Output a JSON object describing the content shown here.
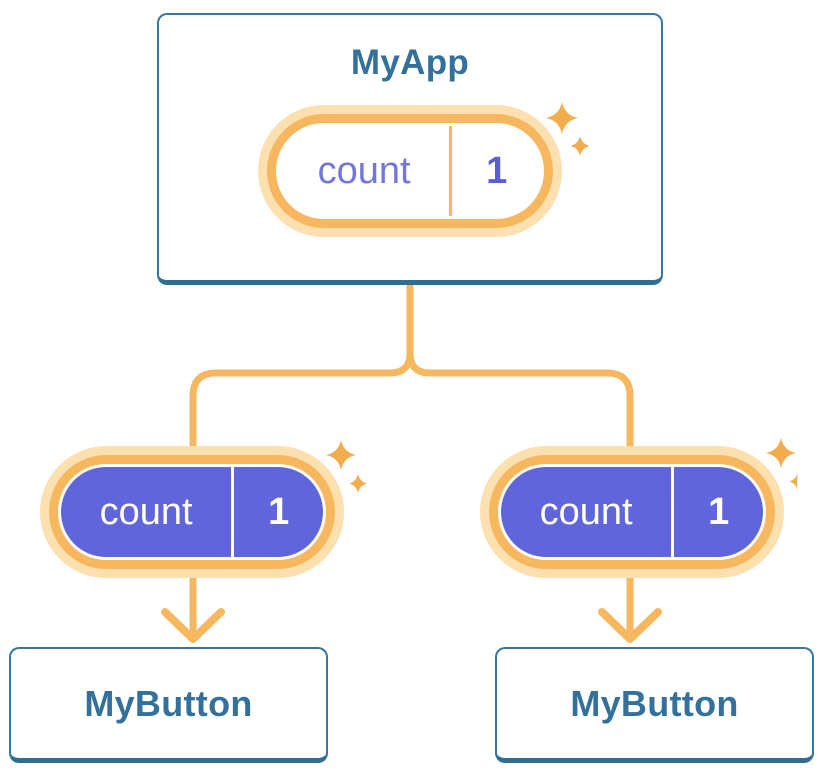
{
  "colors": {
    "card-border": "#3577A2",
    "card-border-bottom": "#2F6E91",
    "card-bg": "#FFFFFF",
    "title-text": "#33719C",
    "accent-orange": "#F7B75F",
    "glow-orange": "#FDE0AF",
    "sparkle-orange": "#F2AC4C",
    "pill-purple": "#6065DB",
    "pill-name-text": "#7177DD",
    "pill-value-text": "#5A5FD6",
    "pill-light-text": "#FFFFFF",
    "page-bg": "#FFFFFF"
  },
  "tree": {
    "root": {
      "title": "MyApp",
      "state": {
        "name": "count",
        "value": "1"
      }
    },
    "children": [
      {
        "title": "MyButton",
        "state": {
          "name": "count",
          "value": "1"
        }
      },
      {
        "title": "MyButton",
        "state": {
          "name": "count",
          "value": "1"
        }
      }
    ]
  }
}
